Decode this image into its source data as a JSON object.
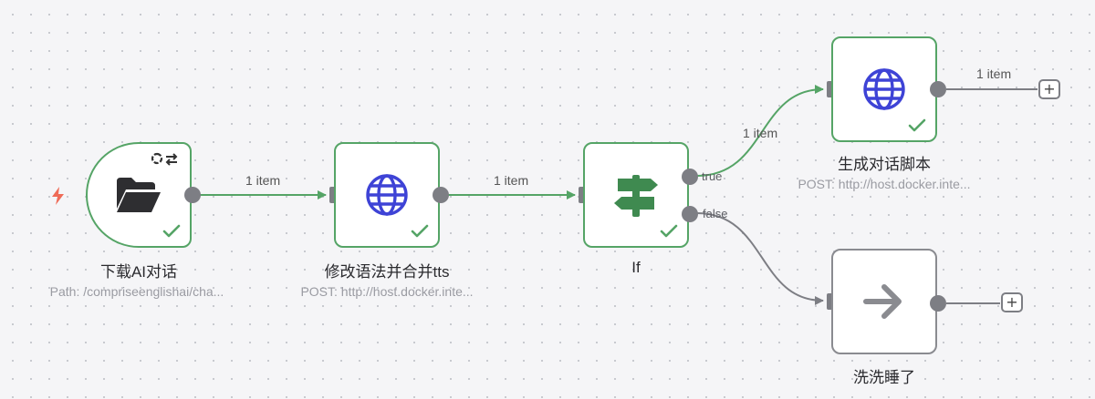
{
  "canvas": {
    "accent_success": "#55a466",
    "neutral": "#8a8b90"
  },
  "nodes": {
    "download": {
      "title": "下载AI对话",
      "subtitle": "Path: /compriseenglishai/cha...",
      "icon": "folder-open-icon"
    },
    "modify": {
      "title": "修改语法并合并tts",
      "subtitle": "POST: http://host.docker.inte...",
      "icon": "globe-icon"
    },
    "if": {
      "title": "If",
      "subtitle": "",
      "icon": "signpost-icon"
    },
    "script": {
      "title": "生成对话脚本",
      "subtitle": "POST: http://host.docker.inte...",
      "icon": "globe-icon"
    },
    "sleep": {
      "title": "洗洗睡了",
      "subtitle": "",
      "icon": "arrow-right-icon"
    }
  },
  "edges": {
    "download_to_modify": "1 item",
    "modify_to_if": "1 item",
    "if_true_to_script": "1 item",
    "script_out": "1 item"
  },
  "branches": {
    "true_label": "true",
    "false_label": "false"
  },
  "add_button": "+"
}
